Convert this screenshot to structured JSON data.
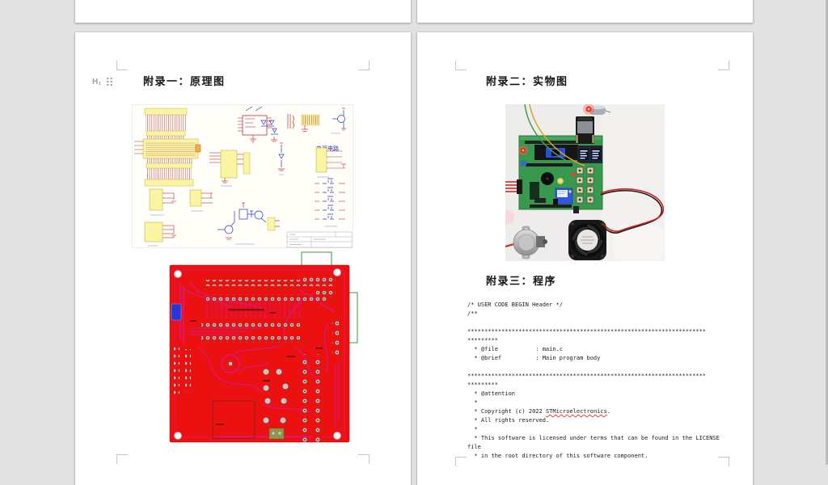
{
  "editor": {
    "background_color": "#e2e2e2",
    "page_color": "#ffffff"
  },
  "left_page": {
    "heading_level_badge": "H₁",
    "heading": "附录一：原理图",
    "figures": {
      "schematic": {
        "type": "circuit-schematic",
        "labels": {
          "power": "电源电路"
        }
      },
      "pcb": {
        "type": "pcb-layout"
      }
    }
  },
  "right_page": {
    "heading_appendix2": "附录二：实物图",
    "heading_appendix3": "附录三：程序",
    "photo": {
      "type": "hardware-photo"
    },
    "code": {
      "lines": [
        "/* USER CODE BEGIN Header */",
        "/**",
        "",
        "**********************************************************************",
        "*********",
        "  * @file           : main.c",
        "  * @brief          : Main program body",
        "",
        "**********************************************************************",
        "*********",
        "  * @attention",
        "  *",
        {
          "pre": "  * Copyright (c) 2022 ",
          "underline": "STMicroelectronics",
          "post": "."
        },
        "  * All rights reserved.",
        "  *",
        "  * This software is licensed under terms that can be found in the LICENSE",
        "file",
        "  * in the root directory of this software component."
      ]
    }
  },
  "colors": {
    "pcb_red": "#ec1111",
    "trace_purple": "#c81ec8",
    "pcb_outline_green": "#3a9a3a",
    "schematic_yellow": "#f9f5a3",
    "schematic_red": "#c03030",
    "schematic_blue": "#2636bb",
    "board_green": "#37984e",
    "relay_blue": "#2e58e0",
    "wire_red": "#cf1f1f",
    "corner_mark_gray": "#c6c6c6"
  }
}
